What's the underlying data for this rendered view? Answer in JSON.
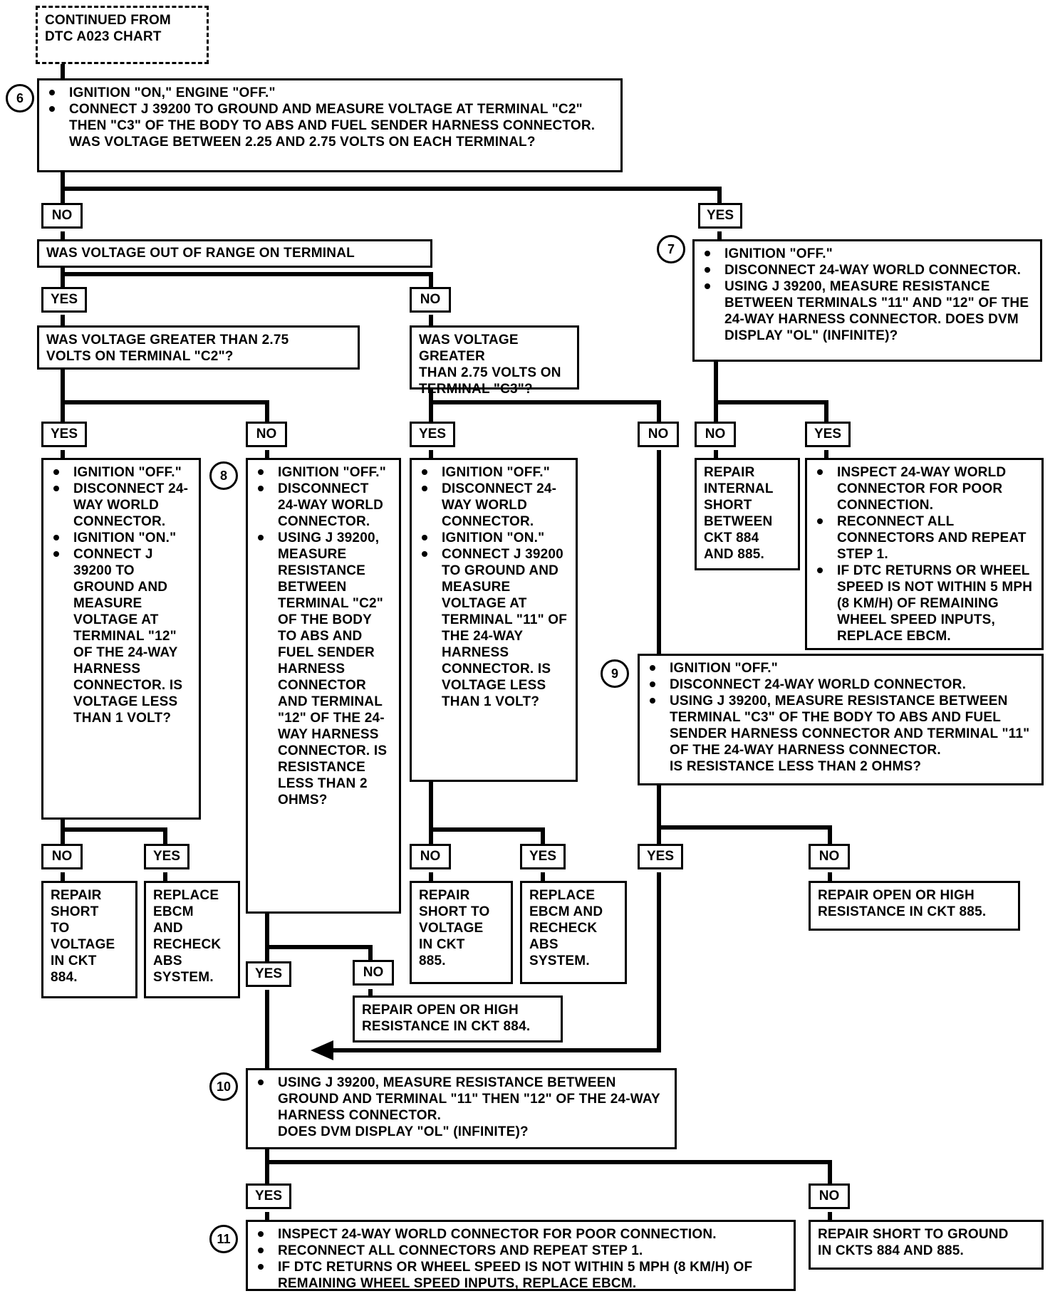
{
  "continued": "CONTINUED FROM\nDTC A023 CHART",
  "labels": {
    "yes": "YES",
    "no": "NO"
  },
  "step6": {
    "num": "6",
    "bullets": [
      "IGNITION \"ON,\" ENGINE \"OFF.\"",
      "CONNECT J 39200 TO GROUND AND MEASURE VOLTAGE AT TERMINAL \"C2\" THEN \"C3\" OF THE BODY TO ABS AND FUEL SENDER HARNESS CONNECTOR."
    ],
    "question": "WAS VOLTAGE BETWEEN 2.25 AND 2.75 VOLTS ON EACH TERMINAL?"
  },
  "q_range": "WAS VOLTAGE OUT OF RANGE ON TERMINAL",
  "q_c2": "WAS VOLTAGE GREATER THAN 2.75\nVOLTS ON TERMINAL \"C2\"?",
  "q_c3": "WAS VOLTAGE GREATER\nTHAN 2.75 VOLTS ON\nTERMINAL \"C3\"?",
  "step7": {
    "num": "7",
    "bullets": [
      "IGNITION \"OFF.\"",
      "DISCONNECT 24-WAY WORLD CONNECTOR.",
      "USING J 39200, MEASURE RESISTANCE BETWEEN TERMINALS \"11\" AND \"12\" OF THE 24-WAY HARNESS CONNECTOR. DOES DVM DISPLAY \"OL\" (INFINITE)?"
    ]
  },
  "box_c2yes": {
    "bullets": [
      "IGNITION \"OFF.\"",
      "DISCONNECT 24-WAY WORLD CONNECTOR.",
      "IGNITION \"ON.\"",
      "CONNECT J 39200 TO GROUND AND MEASURE VOLTAGE AT TERMINAL \"12\" OF THE 24-WAY HARNESS CONNECTOR. IS VOLTAGE LESS THAN 1 VOLT?"
    ]
  },
  "step8": {
    "num": "8",
    "bullets": [
      "IGNITION \"OFF.\"",
      "DISCONNECT 24-WAY WORLD CONNECTOR.",
      "USING J 39200, MEASURE RESISTANCE BETWEEN TERMINAL \"C2\" OF THE BODY TO ABS AND FUEL SENDER HARNESS CONNECTOR AND TERMINAL \"12\" OF THE 24-WAY HARNESS CONNECTOR. IS RESISTANCE LESS THAN 2 OHMS?"
    ]
  },
  "box_c3yes": {
    "bullets": [
      "IGNITION \"OFF.\"",
      "DISCONNECT 24-WAY WORLD CONNECTOR.",
      "IGNITION \"ON.\"",
      "CONNECT J 39200 TO GROUND AND MEASURE VOLTAGE AT TERMINAL \"11\" OF THE 24-WAY HARNESS CONNECTOR. IS VOLTAGE LESS THAN 1 VOLT?"
    ]
  },
  "repair_internal": "REPAIR\nINTERNAL\nSHORT\nBETWEEN\nCKT 884\nAND 885.",
  "inspect7": {
    "bullets": [
      "INSPECT 24-WAY WORLD CONNECTOR FOR POOR CONNECTION.",
      "RECONNECT ALL CONNECTORS AND REPEAT STEP 1.",
      "IF DTC RETURNS OR WHEEL SPEED IS NOT WITHIN 5 MPH (8 km/h) OF REMAINING WHEEL SPEED INPUTS, REPLACE EBCM."
    ]
  },
  "step9": {
    "num": "9",
    "bullets": [
      "IGNITION \"OFF.\"",
      "DISCONNECT 24-WAY WORLD CONNECTOR.",
      "USING J 39200, MEASURE RESISTANCE BETWEEN TERMINAL \"C3\" OF THE BODY TO ABS AND FUEL SENDER HARNESS CONNECTOR AND TERMINAL \"11\" OF THE 24-WAY HARNESS CONNECTOR."
    ],
    "question": "IS RESISTANCE LESS THAN 2 OHMS?"
  },
  "repair_short884": "REPAIR\nSHORT\nTO\nVOLTAGE\nIN CKT\n884.",
  "replace_ebcm1": "REPLACE\nEBCM\nAND\nRECHECK\nABS\nSYSTEM.",
  "repair_short885": "REPAIR\nSHORT TO\nVOLTAGE\nIN CKT\n885.",
  "replace_ebcm2": "REPLACE\nEBCM AND\nRECHECK\nABS\nSYSTEM.",
  "repair_open885": "REPAIR OPEN OR HIGH\nRESISTANCE IN CKT 885.",
  "repair_open884": "REPAIR OPEN OR HIGH\nRESISTANCE IN CKT 884.",
  "step10": {
    "num": "10",
    "bullets": [
      "USING J 39200, MEASURE RESISTANCE BETWEEN GROUND AND TERMINAL \"11\" THEN \"12\" OF THE 24-WAY HARNESS CONNECTOR."
    ],
    "question": "DOES DVM DISPLAY \"OL\" (INFINITE)?"
  },
  "step11": {
    "num": "11",
    "bullets": [
      "INSPECT 24-WAY WORLD CONNECTOR FOR POOR CONNECTION.",
      "RECONNECT ALL CONNECTORS AND REPEAT STEP 1.",
      "IF DTC RETURNS OR WHEEL SPEED IS NOT WITHIN 5 MPH (8 km/h) OF REMAINING WHEEL SPEED INPUTS, REPLACE EBCM."
    ]
  },
  "repair_ground": "REPAIR SHORT TO GROUND\nIN CKTs 884 AND 885."
}
